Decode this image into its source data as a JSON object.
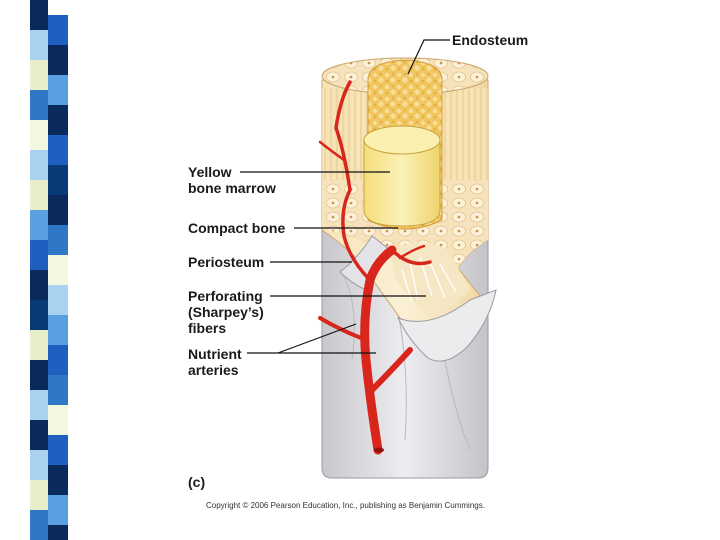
{
  "labels": {
    "endosteum": "Endosteum",
    "yellow_marrow": [
      "Yellow",
      "bone marrow"
    ],
    "compact_bone": "Compact bone",
    "periosteum": "Periosteum",
    "perforating_fibers": [
      "Perforating",
      "(Sharpey’s)",
      "fibers"
    ],
    "nutrient_arteries": [
      "Nutrient",
      "arteries"
    ]
  },
  "panel_letter": "(c)",
  "copyright": "Copyright © 2006 Pearson Education, Inc., publishing as Benjamin Cummings.",
  "colors": {
    "artery": "#d8261c",
    "periosteum": "#d9d9dc",
    "compact_bone": "#f4dfb0",
    "spongy_bone": "#f0c66a",
    "yellow_marrow": "#f7e89a",
    "leader_line": "#111111",
    "stripe_palette": [
      "#0a2a5c",
      "#1f5fbf",
      "#5aa0e0",
      "#a9d2f0",
      "#e8efc8",
      "#f4f7e0",
      "#2f78c8",
      "#083a78"
    ]
  }
}
